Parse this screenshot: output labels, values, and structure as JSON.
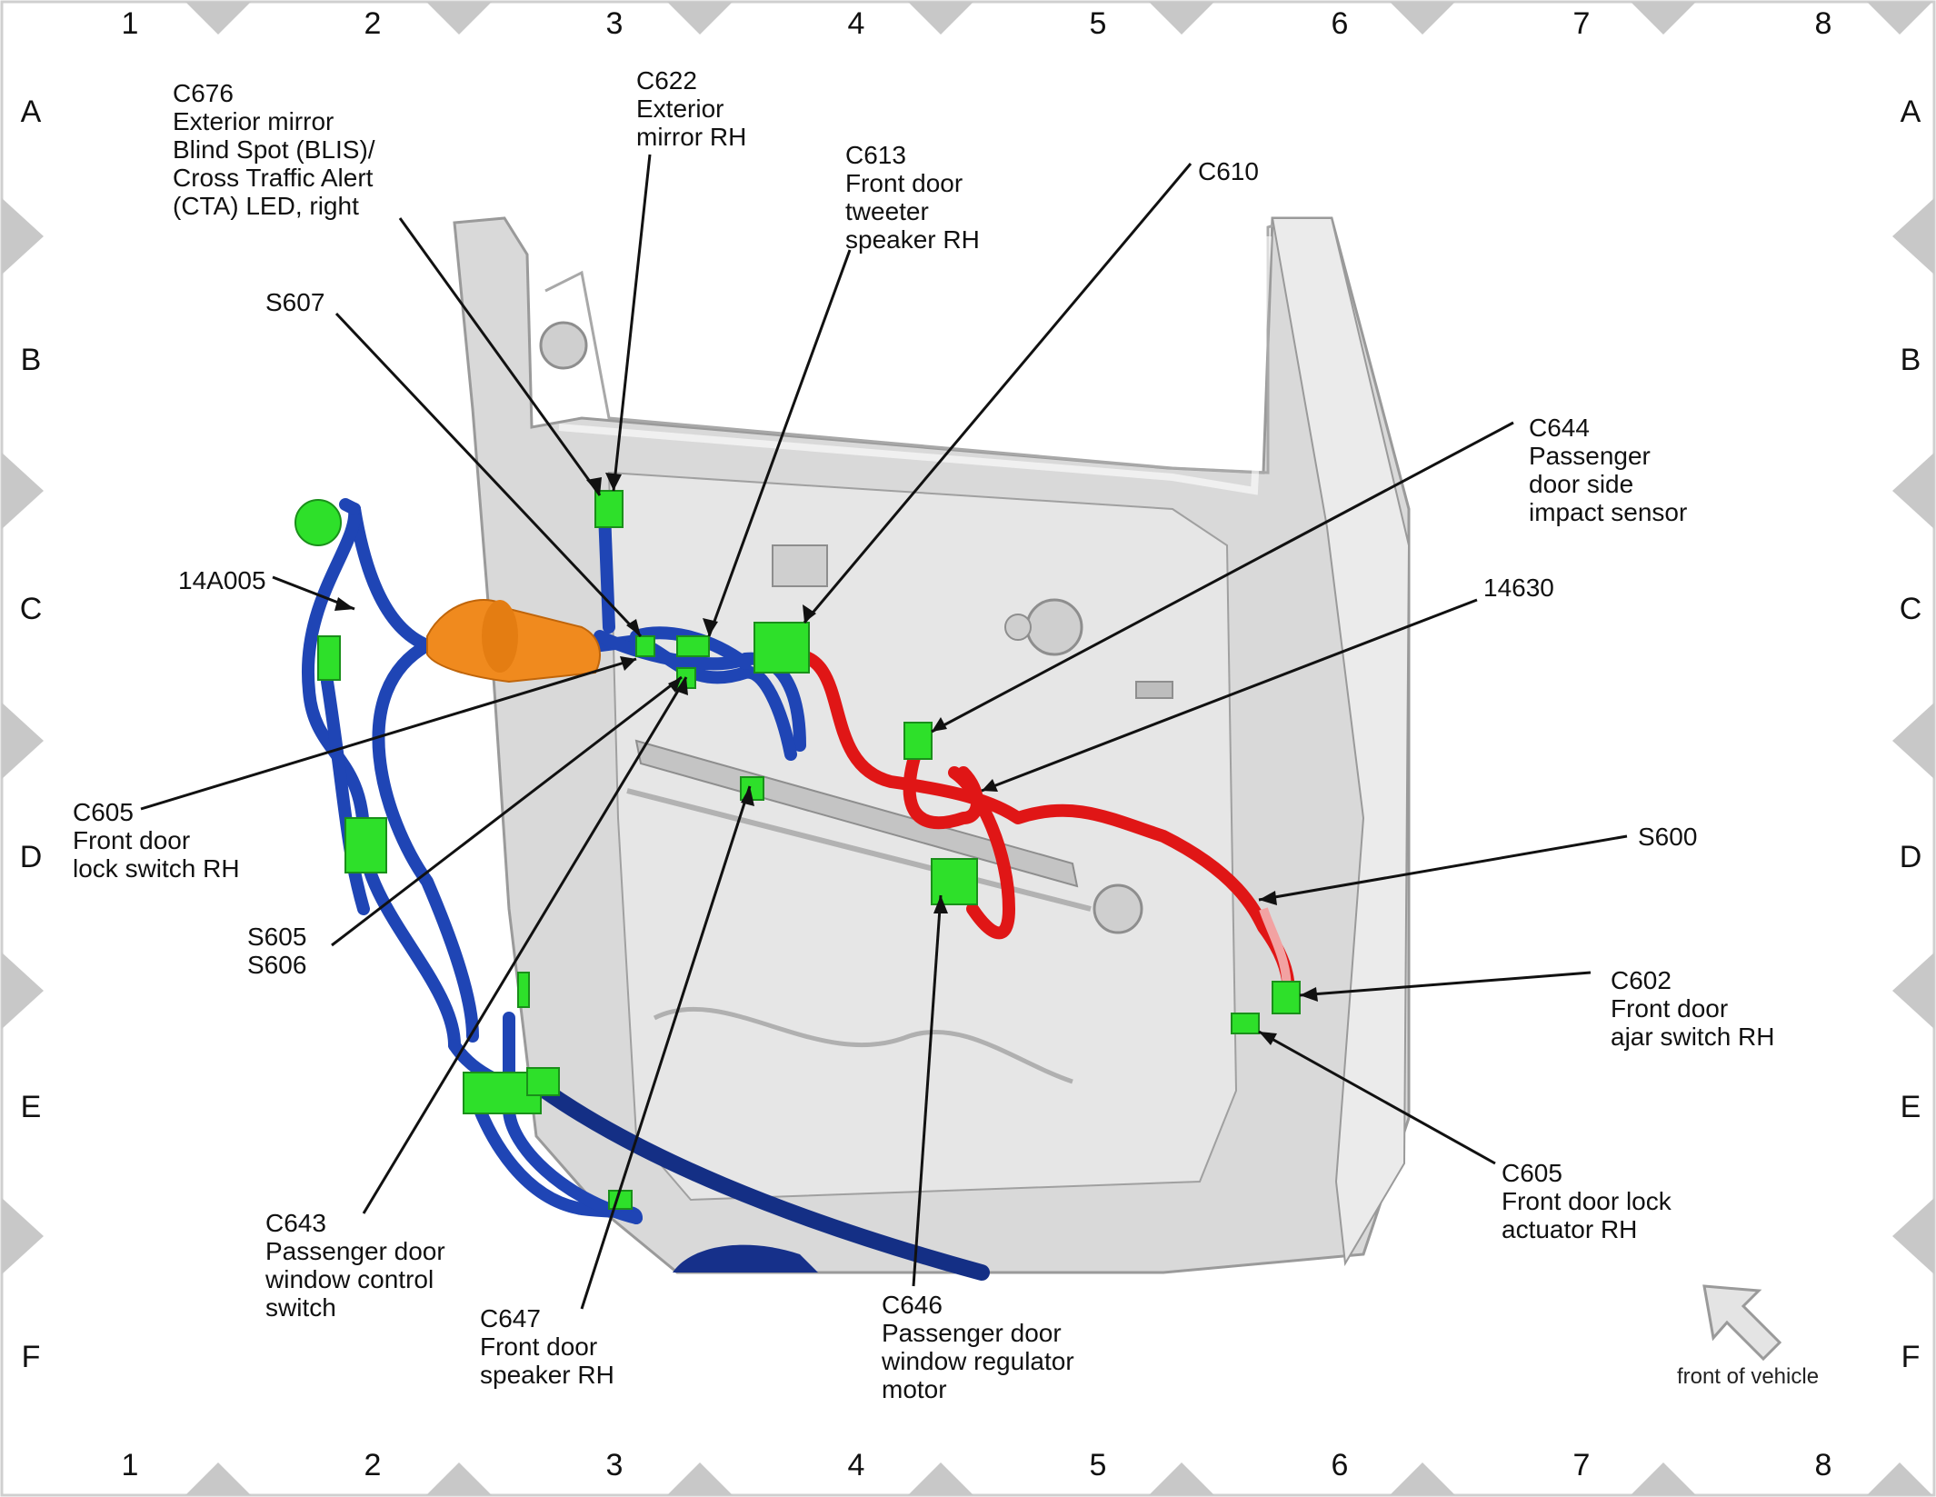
{
  "grid": {
    "columns": [
      "1",
      "2",
      "3",
      "4",
      "5",
      "6",
      "7",
      "8"
    ],
    "rows": [
      "A",
      "B",
      "C",
      "D",
      "E",
      "F"
    ]
  },
  "callouts": [
    {
      "id": "c676",
      "lines": [
        "C676",
        "Exterior mirror",
        "Blind Spot (BLIS)/",
        "Cross Traffic Alert",
        "(CTA) LED, right"
      ]
    },
    {
      "id": "c622",
      "lines": [
        "C622",
        "Exterior",
        "mirror RH"
      ]
    },
    {
      "id": "c613",
      "lines": [
        "C613",
        "Front door",
        "tweeter",
        "speaker RH"
      ]
    },
    {
      "id": "c610",
      "lines": [
        "C610"
      ]
    },
    {
      "id": "s607",
      "lines": [
        "S607"
      ]
    },
    {
      "id": "c644",
      "lines": [
        "C644",
        "Passenger",
        "door side",
        "impact sensor"
      ]
    },
    {
      "id": "n14a005",
      "lines": [
        "14A005"
      ]
    },
    {
      "id": "n14630",
      "lines": [
        "14630"
      ]
    },
    {
      "id": "c605a",
      "lines": [
        "C605",
        "Front door",
        "lock switch RH"
      ]
    },
    {
      "id": "s600",
      "lines": [
        "S600"
      ]
    },
    {
      "id": "s605",
      "lines": [
        "S605",
        "S606"
      ]
    },
    {
      "id": "c602",
      "lines": [
        "C602",
        "Front door",
        "ajar switch RH"
      ]
    },
    {
      "id": "c605b",
      "lines": [
        "C605",
        "Front door lock",
        "actuator RH"
      ]
    },
    {
      "id": "c643",
      "lines": [
        "C643",
        "Passenger door",
        "window control",
        "switch"
      ]
    },
    {
      "id": "c646",
      "lines": [
        "C646",
        "Passenger door",
        "window regulator",
        "motor"
      ]
    },
    {
      "id": "c647",
      "lines": [
        "C647",
        "Front door",
        "speaker RH"
      ]
    }
  ],
  "orientation": {
    "label": "front of vehicle"
  },
  "colors": {
    "wire_blue": "#1f45b5",
    "wire_red": "#e01616",
    "connector_green": "#2ee02a",
    "grommet_orange": "#f08a1e",
    "door_panel": "#d9d9d9"
  }
}
